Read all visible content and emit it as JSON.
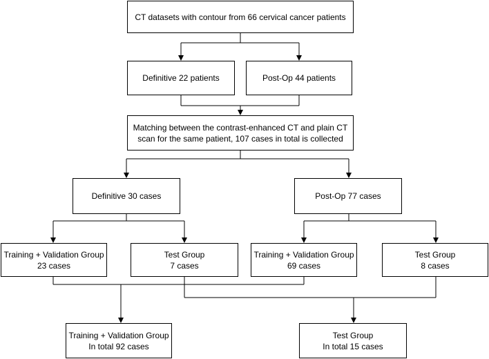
{
  "nodes": {
    "dataset": {
      "lines": [
        "CT datasets with contour from 66 cervical cancer patients"
      ]
    },
    "definitive_patients": {
      "lines": [
        "Definitive 22 patients"
      ]
    },
    "postop_patients": {
      "lines": [
        "Post-Op 44 patients"
      ]
    },
    "matching": {
      "lines": [
        "Matching between the contrast-enhanced CT and plain CT",
        "scan for the same patient, 107 cases in total is collected"
      ]
    },
    "definitive_cases": {
      "lines": [
        "Definitive 30 cases"
      ]
    },
    "postop_cases": {
      "lines": [
        "Post-Op 77 cases"
      ]
    },
    "def_train": {
      "lines": [
        "Training + Validation Group",
        "23 cases"
      ]
    },
    "def_test": {
      "lines": [
        "Test Group",
        "7 cases"
      ]
    },
    "post_train": {
      "lines": [
        "Training + Validation Group",
        "69 cases"
      ]
    },
    "post_test": {
      "lines": [
        "Test Group",
        "8 cases"
      ]
    },
    "total_train": {
      "lines": [
        "Training + Validation Group",
        "In total 92 cases"
      ]
    },
    "total_test": {
      "lines": [
        "Test Group",
        "In total 15 cases"
      ]
    }
  }
}
